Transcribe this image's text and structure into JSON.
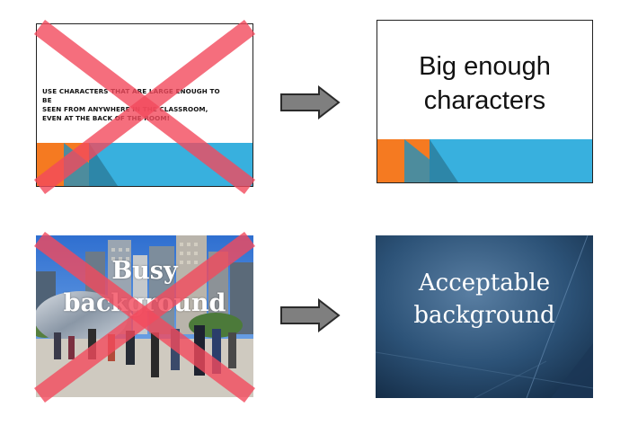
{
  "slides": {
    "bad_small_text": {
      "text": "USE CHARACTERS THAT ARE LARGE ENOUGH TO BE SEEN FROM ANYWHERE IN THE CLASSROOM, EVEN AT THE BACK OF THE ROOM!",
      "lines": [
        "USE CHARACTERS THAT ARE LARGE ENOUGH TO BE",
        "SEEN FROM ANYWHERE IN THE CLASSROOM,",
        "EVEN AT THE BACK OF THE ROOM!"
      ]
    },
    "good_big_text": {
      "lines": [
        "Big enough",
        "characters"
      ]
    },
    "bad_busy_background": {
      "lines": [
        "Busy",
        "background"
      ]
    },
    "good_background": {
      "lines": [
        "Acceptable",
        "background"
      ]
    }
  },
  "colors": {
    "cross_red": "#f24a5c",
    "band_blue": "#38b0de",
    "band_orange": "#f57a21",
    "arrow_gray": "#7f7f7f",
    "slide_dark_blue": "#2a4d6e"
  },
  "icons": {
    "cross": "red-x-icon",
    "arrow": "right-arrow-icon"
  }
}
